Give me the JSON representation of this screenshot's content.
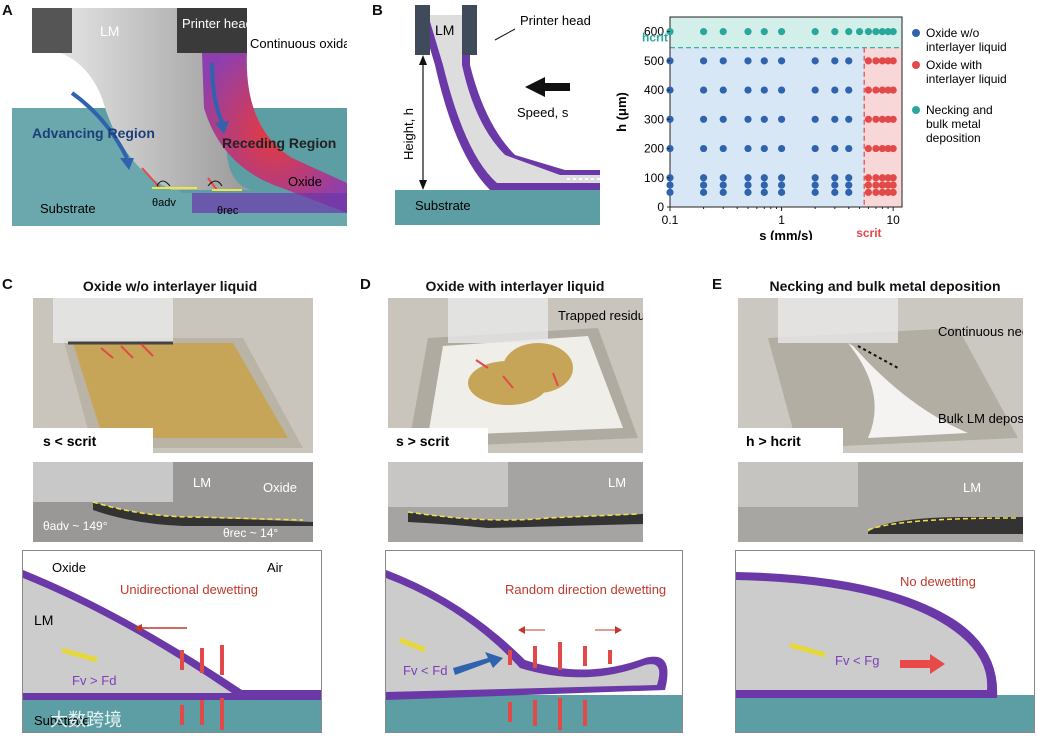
{
  "panels": {
    "A": {
      "letter": "A",
      "lm": "LM",
      "printer_head": "Printer head",
      "continuous_oxidation": "Continuous oxidation",
      "advancing": "Advancing Region",
      "receding": "Receding Region",
      "oxide": "Oxide",
      "substrate": "Substrate",
      "theta_adv": "θadv",
      "theta_rec": "θrec"
    },
    "B": {
      "letter": "B",
      "lm": "LM",
      "printer_head": "Printer head",
      "height": "Height, h",
      "speed": "Speed, s",
      "substrate": "Substrate"
    },
    "C": {
      "letter": "C",
      "title": "Oxide w/o interlayer liquid",
      "cond": "s < scrit",
      "lm": "LM",
      "oxide": "Oxide",
      "theta_adv": "θadv ~ 149°",
      "theta_rec": "θrec ~ 14°",
      "oxide2": "Oxide",
      "air": "Air",
      "lm2": "LM",
      "dewet": "Unidirectional dewetting",
      "force": "Fv > Fd",
      "substrate": "Substrate"
    },
    "D": {
      "letter": "D",
      "title": "Oxide with interlayer liquid",
      "trapped": "Trapped residual LM",
      "cond": "s > scrit",
      "lm": "LM",
      "dewet": "Random direction dewetting",
      "force": "Fv < Fd"
    },
    "E": {
      "letter": "E",
      "title": "Necking and bulk metal deposition",
      "necking": "Continuous necking",
      "bulk": "Bulk LM deposition",
      "cond": "h > hcrit",
      "lm": "LM",
      "no_dewet": "No dewetting",
      "force": "Fv < Fg"
    }
  },
  "watermark": "大数跨境",
  "colors": {
    "blue": "#2f63ad",
    "red": "#e24a4a",
    "teal": "#2aa79d",
    "purple": "#6b38a8",
    "substrate": "#5c9ea3"
  },
  "chart_data": {
    "type": "scatter",
    "xlabel": "s (mm/s)",
    "ylabel": "h (μm)",
    "xscale": "log",
    "xlim": [
      0.1,
      12
    ],
    "ylim": [
      0,
      650
    ],
    "xticks": [
      "0.1",
      "1",
      "10"
    ],
    "yticks": [
      "0",
      "100",
      "200",
      "300",
      "400",
      "500",
      "600"
    ],
    "h_crit": 545,
    "s_crit": 5.5,
    "h_crit_label": "hcrit",
    "s_crit_label": "scrit",
    "legend": [
      "Oxide w/o interlayer liquid",
      "Oxide with interlayer liquid",
      "Necking and bulk metal deposition"
    ],
    "s_blue": [
      0.1,
      0.2,
      0.3,
      0.5,
      0.7,
      1,
      2,
      3,
      4
    ],
    "s_red": [
      6,
      7,
      8,
      9,
      10
    ],
    "h_low": [
      50,
      100,
      200,
      300,
      400,
      500
    ],
    "h_extra": 75,
    "s_extra": [
      0.1,
      0.2,
      0.3,
      0.5,
      0.7,
      1,
      2,
      3,
      4,
      6,
      7,
      8,
      9,
      10
    ],
    "h_top": 600,
    "s_top": [
      0.1,
      0.2,
      0.3,
      0.5,
      0.7,
      1,
      2,
      3,
      4,
      5,
      6,
      7,
      8,
      9,
      10
    ]
  }
}
